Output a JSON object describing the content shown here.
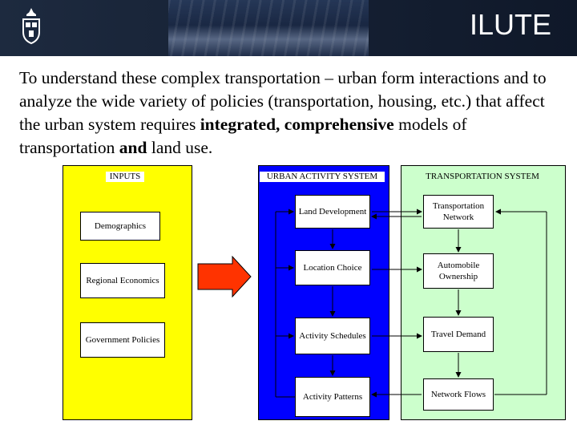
{
  "header": {
    "title": "ILUTE"
  },
  "intro": {
    "p1": "To understand these complex transportation – urban form interactions and to analyze the wide variety of policies (transportation, housing, etc.) that affect the urban system requires ",
    "bold1": "integrated, comprehensive",
    "p2": " models of transportation ",
    "bold2": "and",
    "p3": " land use."
  },
  "diagram": {
    "inputs": {
      "label": "INPUTS",
      "items": [
        "Demographics",
        "Regional Economics",
        "Government Policies"
      ]
    },
    "urban": {
      "label": "URBAN ACTIVITY SYSTEM",
      "items": [
        "Land Development",
        "Location Choice",
        "Activity Schedules",
        "Activity Patterns"
      ]
    },
    "transport": {
      "label": "TRANSPORTATION SYSTEM",
      "items": [
        "Transportation Network",
        "Automobile Ownership",
        "Travel Demand",
        "Network Flows"
      ]
    }
  },
  "colors": {
    "header_bg": "#17233a",
    "inputs_panel": "#ffff00",
    "urban_panel": "#0000ff",
    "transport_panel": "#ccffcc",
    "big_arrow": "#ff3300"
  }
}
